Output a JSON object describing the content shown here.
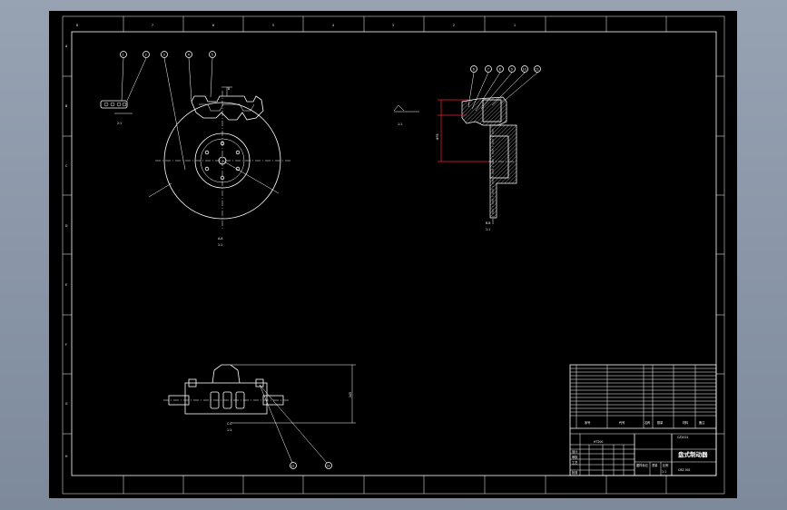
{
  "sheet": {
    "border_ticks_top": [
      "8",
      "7",
      "6",
      "5",
      "4",
      "3",
      "2",
      "1"
    ],
    "border_ticks_side": [
      "A",
      "B",
      "C",
      "D",
      "E",
      "F",
      "G",
      "H"
    ]
  },
  "views": {
    "front": {
      "caption": "A-A",
      "scale": "1:1",
      "balloons": [
        "1",
        "2",
        "3",
        "4",
        "5"
      ],
      "detail_label": "B",
      "detail_scale": "2:1"
    },
    "side": {
      "caption": "B-B",
      "scale": "1:1",
      "balloons": [
        "6",
        "7",
        "8",
        "9",
        "10",
        "11"
      ],
      "dimension": "Φ76",
      "detail_label": "C",
      "detail_scale": "1:1"
    },
    "top": {
      "caption": "C-C",
      "scale": "1:1",
      "balloons": [
        "12",
        "13"
      ],
      "dimension": "145"
    }
  },
  "title_block": {
    "drawing_title": "盘式制动器",
    "drawing_number": "CBZ-001",
    "company": "CZ2021",
    "material": "HT200",
    "header_labels": [
      "序号",
      "代号",
      "名称",
      "数量",
      "材料",
      "备注"
    ],
    "signature_labels": [
      "设计",
      "审核",
      "工艺",
      "批准"
    ],
    "stage_labels": [
      "图样标记",
      "重量",
      "比例"
    ],
    "scale_value": "1:1"
  }
}
